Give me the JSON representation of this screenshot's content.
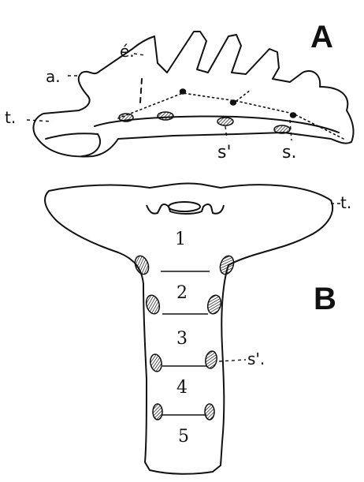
{
  "figure": {
    "panel_a": {
      "letter": "A",
      "labels": {
        "e_prime": "é.",
        "a": "a.",
        "t": "t.",
        "s_prime": "s'",
        "s": "s."
      }
    },
    "panel_b": {
      "letter": "B",
      "labels": {
        "t": "t.",
        "s_prime": "s'."
      },
      "segments": [
        "1",
        "2",
        "3",
        "4",
        "5"
      ]
    }
  }
}
